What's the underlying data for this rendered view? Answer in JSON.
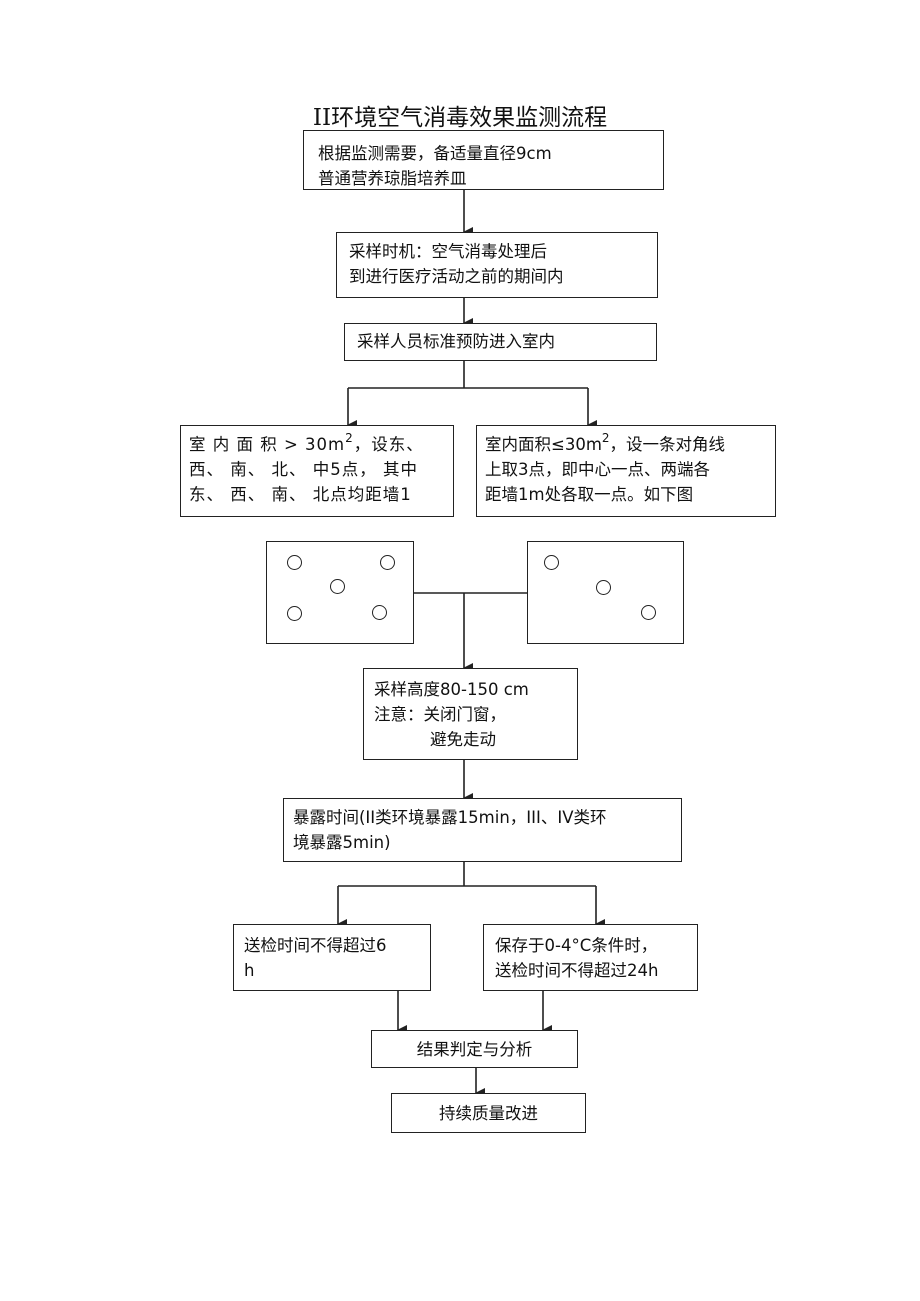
{
  "title": "II环境空气消毒效果监测流程",
  "steps": {
    "prepare": [
      "根据监测需要，备适量直径9cm",
      "普通营养琼脂培养皿"
    ],
    "timing": [
      "采样时机：空气消毒处理后",
      "到进行医疗活动之前的期间内"
    ],
    "protection": "采样人员标准预防进入室内",
    "large_room": {
      "line1_pre": "室 内 面 积 > 30m",
      "line1_sup": "2",
      "line1_post": "，设东、",
      "line2": "西、 南、 北、 中5点， 其中",
      "line3": "东、 西、 南、 北点均距墙1"
    },
    "small_room": {
      "line1_pre": "室内面积≤30m",
      "line1_sup": "2",
      "line1_post": "，设一条对角线",
      "line2": "上取3点，即中心一点、两端各",
      "line3": "距墙1m处各取一点。如下图"
    },
    "height": [
      "采样高度80-150 cm",
      "注意：关闭门窗，",
      "避免走动"
    ],
    "exposure": [
      "暴露时间(II类环境暴露15min，III、IV类环",
      "境暴露5min)"
    ],
    "send_6h": [
      "送检时间不得超过6",
      "h"
    ],
    "send_24h": [
      "保存于0-4°C条件时，",
      "送检时间不得超过24h"
    ],
    "analysis": "结果判定与分析",
    "improve": "持续质量改进"
  }
}
